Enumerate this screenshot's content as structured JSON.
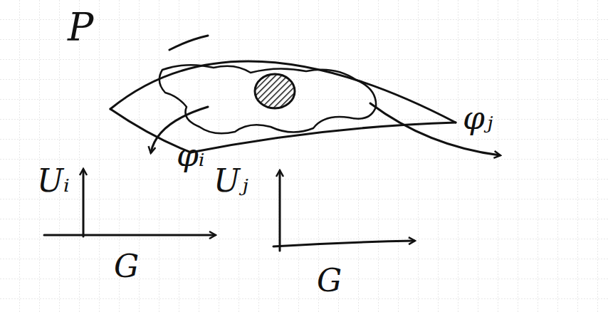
{
  "diagram": {
    "labels": [
      "P",
      "φᵢ",
      "φⱼ",
      "Uᵢ",
      "G",
      "Uⱼ",
      "G"
    ]
  }
}
